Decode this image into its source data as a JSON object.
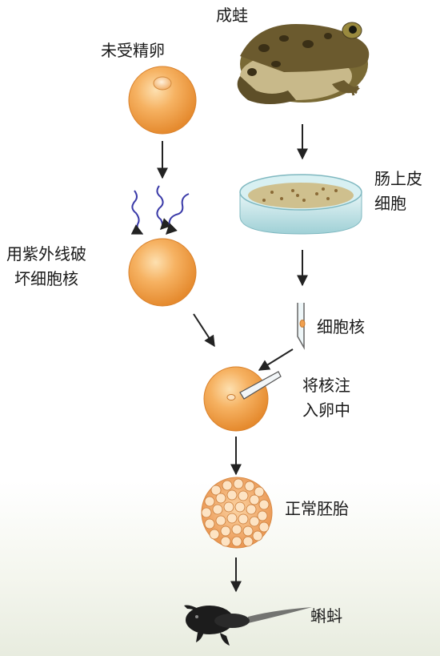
{
  "title": "",
  "labels": {
    "unfertilized_egg": "未受精卵",
    "adult_frog": "成蛙",
    "intestinal_cells_line1": "肠上皮",
    "intestinal_cells_line2": "细胞",
    "uv_line1": "用紫外线破",
    "uv_line2": "坏细胞核",
    "nucleus": "细胞核",
    "inject_line1": "将核注",
    "inject_line2": "入卵中",
    "normal_embryo": "正常胚胎",
    "tadpole": "蝌蚪"
  },
  "colors": {
    "egg_orange": "#f0a050",
    "uv_blue": "#3a3aa8",
    "arrow": "#222222",
    "dish_teal": "#bfe3e6",
    "frog_brown": "#6b5a2e"
  }
}
